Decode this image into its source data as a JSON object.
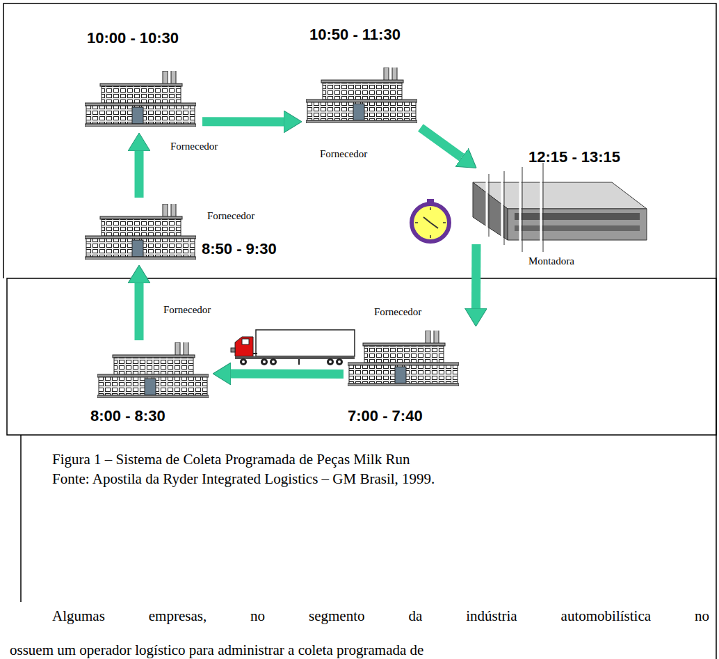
{
  "diagram": {
    "caption": "Figura 1 – Sistema de Coleta Programada de Peças Milk Run",
    "nodes": [
      {
        "text": [
          "10:00 - 10:30",
          "Fornecedor"
        ]
      },
      {
        "text": [
          "10:50 - 11:30",
          "Fornecedor"
        ]
      },
      {
        "text": [
          "12:15 - 13:15",
          "Montadora"
        ]
      },
      {
        "text": [
          "Fornecedor",
          "8:50 - 9:30"
        ]
      },
      {
        "text": [
          "Fornecedor",
          "7:00 - 7:40"
        ]
      },
      {
        "text": [
          "Fornecedor",
          "8:00 - 8:30"
        ]
      }
    ],
    "edges": [
      {
        "from": 2,
        "to": 4,
        "arrow": "to"
      },
      {
        "from": 4,
        "to": 5,
        "arrow": "to"
      },
      {
        "from": 5,
        "to": 3,
        "arrow": "to"
      },
      {
        "from": 3,
        "to": 0,
        "arrow": "to"
      },
      {
        "from": 0,
        "to": 1,
        "arrow": "to"
      },
      {
        "from": 1,
        "to": 2,
        "arrow": "to"
      }
    ],
    "labels": [
      "Fonte: Apostila da Ryder Integrated Logistics – GM Brasil, 1999.",
      "Algumas empresas, no segmento da indústria automobilística no",
      "ossuem um operador logístico para administrar a coleta programada de"
    ]
  }
}
